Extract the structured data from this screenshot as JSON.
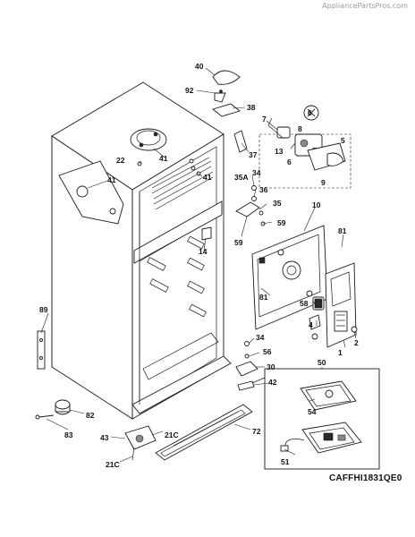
{
  "watermark": "AppliancePartsPros.com",
  "reference_code": "CAFFHI1831QE0",
  "callouts": [
    "40",
    "92",
    "38",
    "7",
    "6",
    "8",
    "5",
    "13",
    "6",
    "9",
    "37",
    "41",
    "22",
    "41",
    "41",
    "35A",
    "34",
    "36",
    "35",
    "59",
    "10",
    "59",
    "81",
    "14",
    "81",
    "58",
    "4",
    "2",
    "1",
    "89",
    "34",
    "56",
    "30",
    "42",
    "50",
    "54",
    "51",
    "82",
    "83",
    "43",
    "21C",
    "72",
    "21C"
  ]
}
